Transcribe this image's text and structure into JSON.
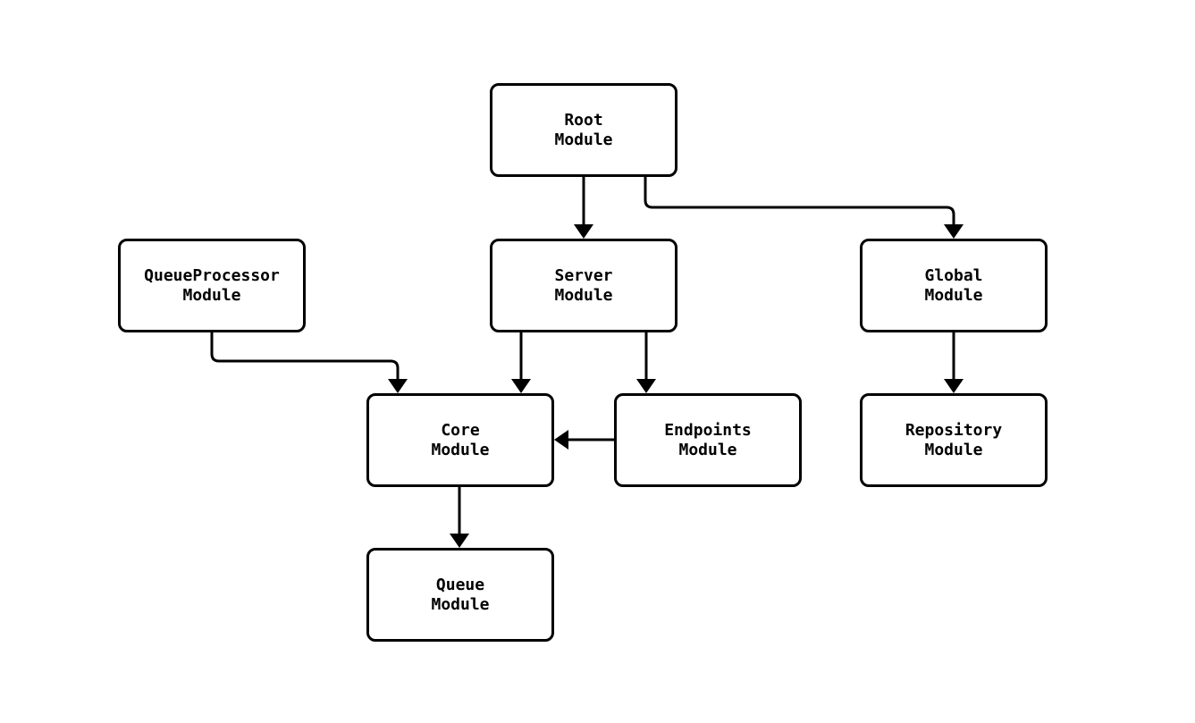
{
  "diagram": {
    "type": "module-dependency-flowchart",
    "background_color": "#ffffff",
    "node_border_color": "#000000",
    "node_fill_color": "#ffffff",
    "edge_color": "#000000",
    "text_color": "#000000",
    "nodes": {
      "root": {
        "line1": "Root",
        "line2": "Module"
      },
      "queueprocessor": {
        "line1": "QueueProcessor",
        "line2": "Module"
      },
      "server": {
        "line1": "Server",
        "line2": "Module"
      },
      "global": {
        "line1": "Global",
        "line2": "Module"
      },
      "core": {
        "line1": "Core",
        "line2": "Module"
      },
      "endpoints": {
        "line1": "Endpoints",
        "line2": "Module"
      },
      "repository": {
        "line1": "Repository",
        "line2": "Module"
      },
      "queue": {
        "line1": "Queue",
        "line2": "Module"
      }
    },
    "edges": [
      {
        "from": "root",
        "to": "server"
      },
      {
        "from": "root",
        "to": "global"
      },
      {
        "from": "queueprocessor",
        "to": "core"
      },
      {
        "from": "server",
        "to": "core"
      },
      {
        "from": "server",
        "to": "endpoints"
      },
      {
        "from": "endpoints",
        "to": "core"
      },
      {
        "from": "global",
        "to": "repository"
      },
      {
        "from": "core",
        "to": "queue"
      }
    ]
  }
}
